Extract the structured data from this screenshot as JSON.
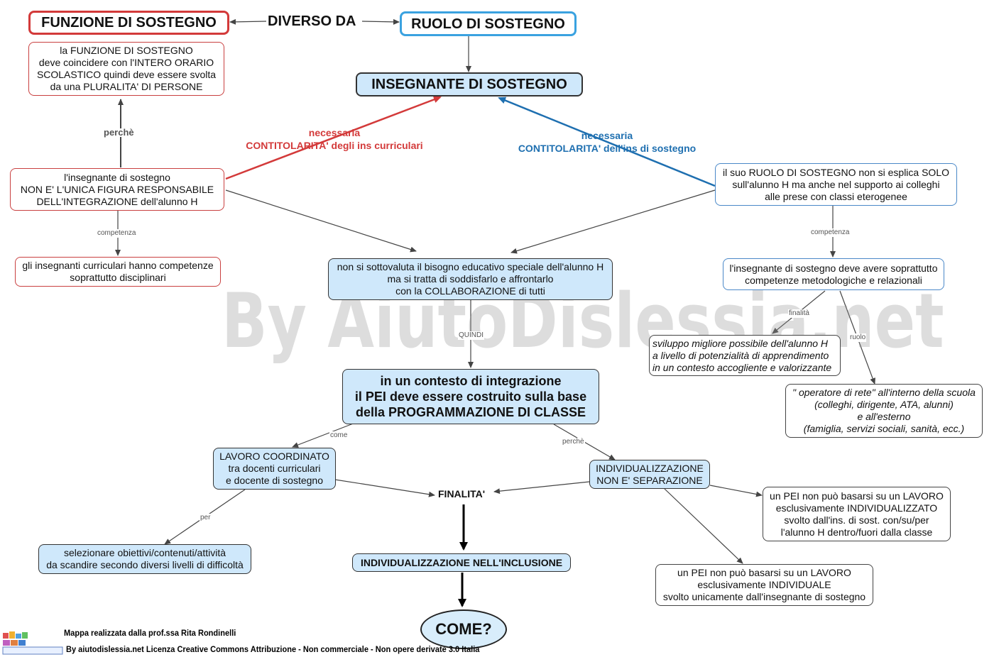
{
  "diagram": {
    "watermark": "By AiutoDislessia.net",
    "nodes": {
      "funzione": "FUNZIONE DI SOSTEGNO",
      "ruolo": "RUOLO DI SOSTEGNO",
      "funzione_desc": "la FUNZIONE DI SOSTEGNO\ndeve coincidere con l'INTERO ORARIO\nSCOLASTICO  quindi deve essere svolta\nda una PLURALITA' DI PERSONE",
      "insegnante": "INSEGNANTE DI SOSTEGNO",
      "non_unica": "l'insegnante di sostegno\nNON E' L'UNICA FIGURA RESPONSABILE\nDELL'INTEGRAZIONE dell'alunno H",
      "ruolo_desc": "il suo RUOLO DI SOSTEGNO non si esplica SOLO\nsull'alunno H ma anche nel supporto ai colleghi\nalle prese con classi eterogenee",
      "curricolari": "gli insegnanti curriculari hanno competenze\nsoprattutto disciplinari",
      "bisogno": "non si sottovaluta il bisogno educativo speciale dell'alunno H\nma si tratta di soddisfarlo e affrontarlo\ncon la COLLABORAZIONE di tutti",
      "metodologiche": "l'insegnante di sostegno deve avere soprattutto\ncompetenze metodologiche e relazionali",
      "sviluppo": "sviluppo migliore possibile dell'alunno H\na livello di potenzialità di apprendimento\nin un contesto accogliente e valorizzante",
      "operatore": "\" operatore di rete\" all'interno della scuola\n(colleghi, dirigente, ATA, alunni)\ne all'esterno\n(famiglia, servizi sociali, sanità, ecc.)",
      "pei": "in un contesto di integrazione\nil PEI deve essere costruito sulla base\ndella PROGRAMMAZIONE DI CLASSE",
      "lavoro_coord": "LAVORO COORDINATO\ntra docenti curriculari\ne docente di sostegno",
      "individualizzazione": "INDIVIDUALIZZAZIONE\nNON E' SEPARAZIONE",
      "lavoro_individualizzato": "un PEI non può basarsi su un LAVORO\nesclusivamente   INDIVIDUALIZZATO\nsvolto dall'ins. di sost. con/su/per\nl'alunno H dentro/fuori dalla classe",
      "selezionare": "selezionare obiettivi/contenuti/attività\nda scandire secondo diversi livelli di difficoltà",
      "individualizzazione_inclusione": "INDIVIDUALIZZAZIONE NELL'INCLUSIONE",
      "lavoro_individuale": "un PEI non può basarsi su un LAVORO\nesclusivamente INDIVIDUALE\nsvolto unicamente dall'insegnante di sostegno",
      "come": "COME?"
    },
    "labels": {
      "diverso_da": "DIVERSO DA",
      "perche": "perchè",
      "contitolarita_curr": "necessaria\nCONTITOLARITA' degli ins curriculari",
      "contitolarita_sost": "necessaria\nCONTITOLARITA' dell'ins di sostegno",
      "competenza_left": "competenza",
      "competenza_right": "competenza",
      "quindi": "QUINDI",
      "finalita_small": "finalità",
      "ruolo_small": "ruolo",
      "come_small": "come",
      "perche_small": "perchè",
      "per": "per",
      "finalita": "FINALITA'"
    },
    "footer": {
      "author": "Mappa realizzata dalla prof.ssa Rita Rondinelli",
      "license": "By aiutodislessia.net Licenza Creative Commons Attribuzione - Non commerciale - Non opere derivate 3.0 Italia"
    },
    "colors": {
      "red": "#d33a3a",
      "blue": "#1e6fb0",
      "light_blue_fill": "#cfe8fb",
      "line": "#444444"
    }
  }
}
